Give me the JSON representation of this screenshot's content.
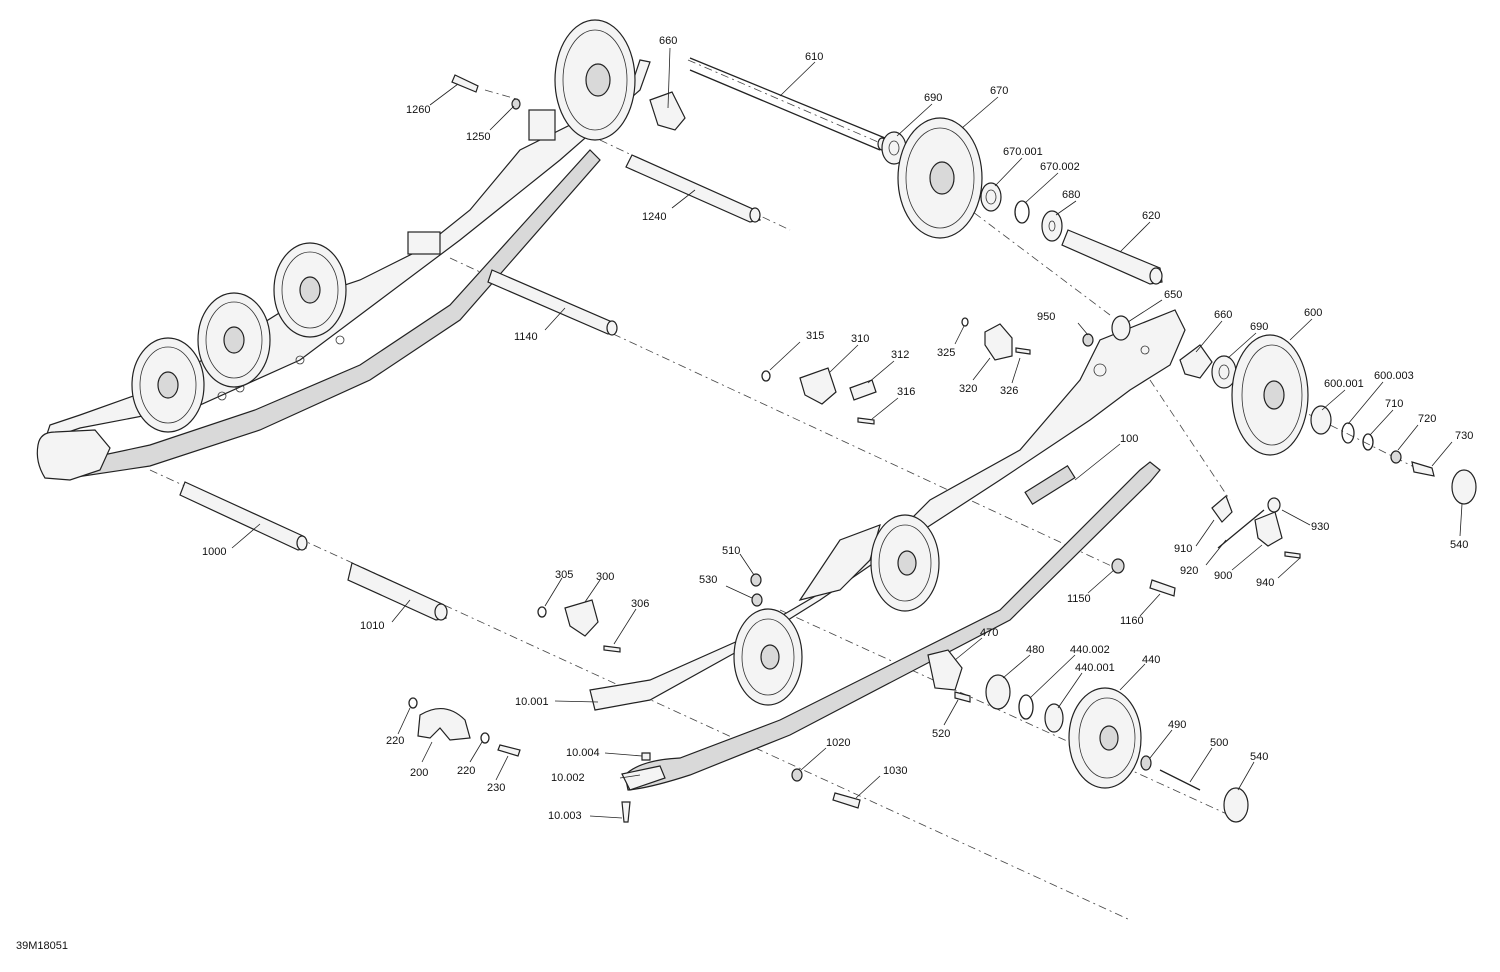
{
  "figure_id": "39M18051",
  "callouts": [
    {
      "id": "c660a",
      "text": "660"
    },
    {
      "id": "c610",
      "text": "610"
    },
    {
      "id": "c1260",
      "text": "1260"
    },
    {
      "id": "c1250",
      "text": "1250"
    },
    {
      "id": "c690a",
      "text": "690"
    },
    {
      "id": "c670",
      "text": "670"
    },
    {
      "id": "c670001",
      "text": "670.001"
    },
    {
      "id": "c670002",
      "text": "670.002"
    },
    {
      "id": "c680",
      "text": "680"
    },
    {
      "id": "c1240",
      "text": "1240"
    },
    {
      "id": "c620",
      "text": "620"
    },
    {
      "id": "c1140",
      "text": "1140"
    },
    {
      "id": "c650",
      "text": "650"
    },
    {
      "id": "c950",
      "text": "950"
    },
    {
      "id": "c660b",
      "text": "660"
    },
    {
      "id": "c690b",
      "text": "690"
    },
    {
      "id": "c600",
      "text": "600"
    },
    {
      "id": "c315",
      "text": "315"
    },
    {
      "id": "c310",
      "text": "310"
    },
    {
      "id": "c312",
      "text": "312"
    },
    {
      "id": "c316",
      "text": "316"
    },
    {
      "id": "c325",
      "text": "325"
    },
    {
      "id": "c320",
      "text": "320"
    },
    {
      "id": "c326",
      "text": "326"
    },
    {
      "id": "c600001",
      "text": "600.001"
    },
    {
      "id": "c600003",
      "text": "600.003"
    },
    {
      "id": "c710",
      "text": "710"
    },
    {
      "id": "c720",
      "text": "720"
    },
    {
      "id": "c730",
      "text": "730"
    },
    {
      "id": "c100",
      "text": "100"
    },
    {
      "id": "c540a",
      "text": "540"
    },
    {
      "id": "c930",
      "text": "930"
    },
    {
      "id": "c910",
      "text": "910"
    },
    {
      "id": "c920",
      "text": "920"
    },
    {
      "id": "c900",
      "text": "900"
    },
    {
      "id": "c940",
      "text": "940"
    },
    {
      "id": "c1000",
      "text": "1000"
    },
    {
      "id": "c510",
      "text": "510"
    },
    {
      "id": "c530",
      "text": "530"
    },
    {
      "id": "c305",
      "text": "305"
    },
    {
      "id": "c300",
      "text": "300"
    },
    {
      "id": "c306",
      "text": "306"
    },
    {
      "id": "c1150",
      "text": "1150"
    },
    {
      "id": "c1160",
      "text": "1160"
    },
    {
      "id": "c1010",
      "text": "1010"
    },
    {
      "id": "c470",
      "text": "470"
    },
    {
      "id": "c480",
      "text": "480"
    },
    {
      "id": "c440002",
      "text": "440.002"
    },
    {
      "id": "c440001",
      "text": "440.001"
    },
    {
      "id": "c440",
      "text": "440"
    },
    {
      "id": "c10001",
      "text": "10.001"
    },
    {
      "id": "c520",
      "text": "520"
    },
    {
      "id": "c220a",
      "text": "220"
    },
    {
      "id": "c220b",
      "text": "220"
    },
    {
      "id": "c200",
      "text": "200"
    },
    {
      "id": "c230",
      "text": "230"
    },
    {
      "id": "c490",
      "text": "490"
    },
    {
      "id": "c500",
      "text": "500"
    },
    {
      "id": "c540b",
      "text": "540"
    },
    {
      "id": "c10004",
      "text": "10.004"
    },
    {
      "id": "c1020",
      "text": "1020"
    },
    {
      "id": "c1030",
      "text": "1030"
    },
    {
      "id": "c10002",
      "text": "10.002"
    },
    {
      "id": "c10003",
      "text": "10.003"
    }
  ]
}
